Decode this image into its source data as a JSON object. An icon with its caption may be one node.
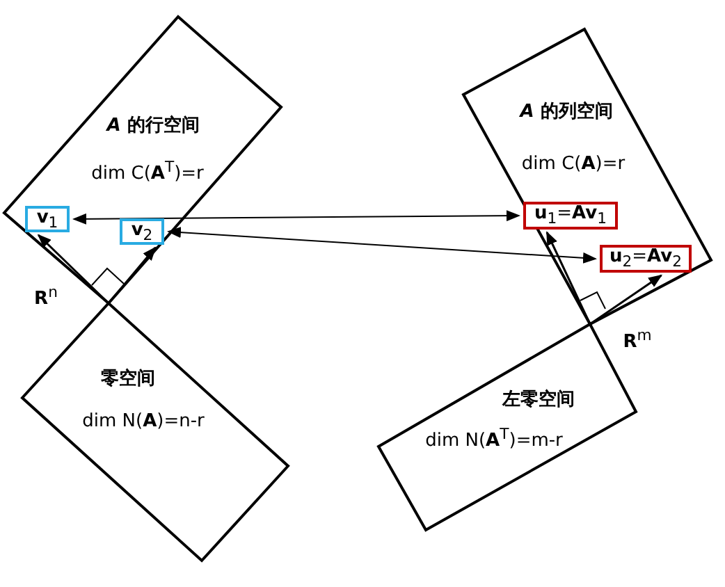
{
  "diagram": {
    "nodes": [
      {
        "text": [
          "*A* 的行空间",
          "dim C(**A**$^{T}$)=r"
        ]
      },
      {
        "text": [
          "**v**$_{1}$"
        ],
        "in": 0
      },
      {
        "text": [
          "**v**$_{2}$"
        ],
        "in": 0
      },
      {
        "text": [
          "零空间",
          "dim N(**A**)=n-r"
        ]
      },
      {
        "text": [
          "*A* 的列空间",
          "dim C(**A**)=r"
        ]
      },
      {
        "text": [
          "**u**$_{1}$=**Av**$_{1}$"
        ],
        "in": 4
      },
      {
        "text": [
          "**u**$_{2}$=**Av**$_{2}$"
        ],
        "in": 4
      },
      {
        "text": [
          "左零空间",
          "dim N(**A**$^{T}$)=m-r"
        ]
      }
    ],
    "edges": [
      {
        "from": 1,
        "to": 5,
        "arrow": "both"
      },
      {
        "from": 2,
        "to": 6,
        "arrow": "both"
      },
      {
        "from": 3,
        "to": 1,
        "arrow": "to"
      },
      {
        "from": 3,
        "to": 2,
        "arrow": "to"
      },
      {
        "from": 7,
        "to": 5,
        "arrow": "to"
      },
      {
        "from": 7,
        "to": 6,
        "arrow": "to"
      }
    ],
    "labels": [
      "**R**$^{n}$",
      "**R**$^{m}$"
    ]
  }
}
